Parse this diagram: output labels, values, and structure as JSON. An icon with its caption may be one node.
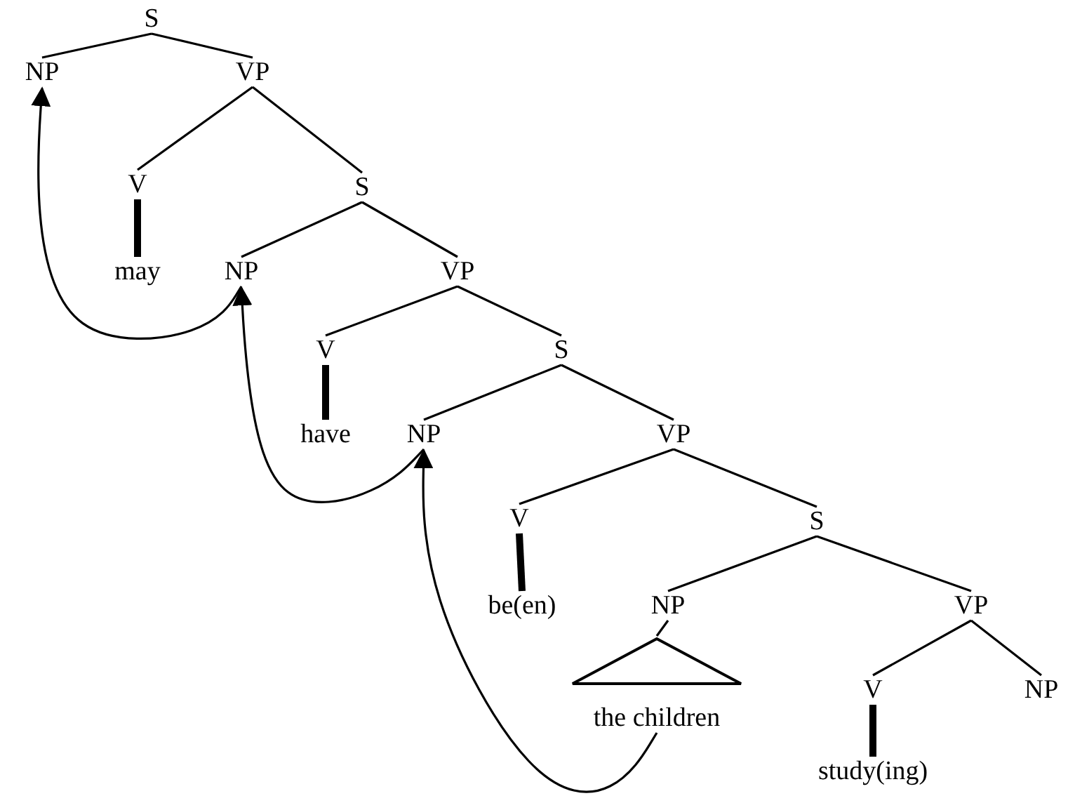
{
  "diagram": {
    "nodes": [
      {
        "text": [
          "S"
        ]
      },
      {
        "text": [
          "NP"
        ]
      },
      {
        "text": [
          "VP"
        ]
      },
      {
        "text": [
          "V"
        ]
      },
      {
        "text": [
          "may"
        ]
      },
      {
        "text": [
          "S"
        ]
      },
      {
        "text": [
          "NP"
        ]
      },
      {
        "text": [
          "VP"
        ]
      },
      {
        "text": [
          "V"
        ]
      },
      {
        "text": [
          "have"
        ]
      },
      {
        "text": [
          "S"
        ]
      },
      {
        "text": [
          "NP"
        ]
      },
      {
        "text": [
          "VP"
        ]
      },
      {
        "text": [
          "V"
        ]
      },
      {
        "text": [
          "be(en)"
        ]
      },
      {
        "text": [
          "S"
        ]
      },
      {
        "text": [
          "NP"
        ]
      },
      {
        "text": [
          "the children"
        ]
      },
      {
        "text": [
          "VP"
        ]
      },
      {
        "text": [
          "V"
        ]
      },
      {
        "text": [
          "NP"
        ]
      },
      {
        "text": [
          "study(ing)"
        ]
      }
    ],
    "edges": [
      {
        "from": 0,
        "to": 1,
        "arrow": "none"
      },
      {
        "from": 0,
        "to": 2,
        "arrow": "none"
      },
      {
        "from": 2,
        "to": 3,
        "arrow": "none"
      },
      {
        "from": 3,
        "to": 4,
        "arrow": "none",
        "style": "thick"
      },
      {
        "from": 2,
        "to": 5,
        "arrow": "none"
      },
      {
        "from": 5,
        "to": 6,
        "arrow": "none"
      },
      {
        "from": 5,
        "to": 7,
        "arrow": "none"
      },
      {
        "from": 7,
        "to": 8,
        "arrow": "none"
      },
      {
        "from": 8,
        "to": 9,
        "arrow": "none",
        "style": "thick"
      },
      {
        "from": 7,
        "to": 10,
        "arrow": "none"
      },
      {
        "from": 10,
        "to": 11,
        "arrow": "none"
      },
      {
        "from": 10,
        "to": 12,
        "arrow": "none"
      },
      {
        "from": 12,
        "to": 13,
        "arrow": "none"
      },
      {
        "from": 13,
        "to": 14,
        "arrow": "none",
        "style": "thick"
      },
      {
        "from": 12,
        "to": 15,
        "arrow": "none"
      },
      {
        "from": 15,
        "to": 16,
        "arrow": "none"
      },
      {
        "from": 16,
        "to": 17,
        "arrow": "none"
      },
      {
        "from": 15,
        "to": 18,
        "arrow": "none"
      },
      {
        "from": 18,
        "to": 19,
        "arrow": "none"
      },
      {
        "from": 19,
        "to": 21,
        "arrow": "none",
        "style": "thick"
      },
      {
        "from": 18,
        "to": 20,
        "arrow": "none"
      },
      {
        "from": 6,
        "to": 1,
        "arrow": "to"
      },
      {
        "from": 11,
        "to": 6,
        "arrow": "to"
      },
      {
        "from": 17,
        "to": 11,
        "arrow": "to"
      }
    ]
  }
}
